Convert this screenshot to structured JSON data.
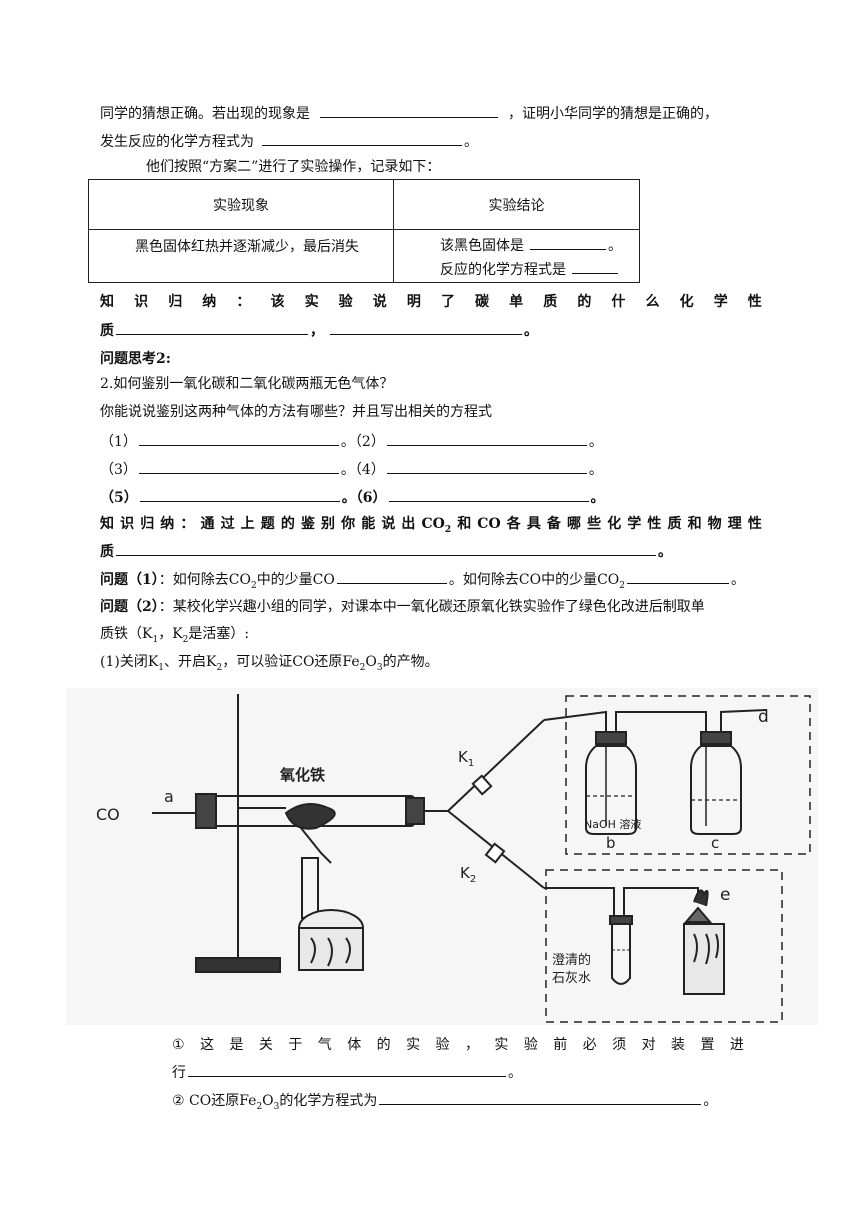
{
  "lines": {
    "l1_a": "同学的猜想正确。若出现的现象是",
    "l1_b": "，证明小华同学的猜想是正确的，",
    "l2_a": "发生反应的化学方程式为",
    "l2_b": "。",
    "l3": "他们按照“方案二”进行了实验操作，记录如下：",
    "summary1_prefix": "知识归纳：该实验说明了碳单质的什么化学性",
    "summary1_cont": "质",
    "comma": "，",
    "period": "。",
    "q2_title": "问题思考2:",
    "q2_1": "2.如何鉴别一氧化碳和二氧化碳两瓶无色气体？",
    "q2_2": "你能说说鉴别这两种气体的方法有哪些？并且写出相关的方程式",
    "m1": "（1）",
    "m2": "。（2）",
    "m3": "（3）",
    "m4": "。（4）",
    "m5": "（5）",
    "m6": "。（6）",
    "summary2_prefix": "知识归纳：通过上题的鉴别你能说出CO",
    "summary2_sub": "2",
    "summary2_mid": "和CO各具备哪些化学性质和物理性",
    "summary2_cont": "质",
    "p1_label": "问题（1）",
    "p1_a": "：如何除去CO",
    "p1_sub": "2",
    "p1_b": "中的少量CO",
    "p1_c": "。如何除去CO中的少量CO",
    "p1_sub2": "2",
    "p2_label": "问题（2）",
    "p2_text": "：某校化学兴趣小组的同学，对课本中一氧化碳还原氧化铁实验作了绿色化改进后制取单",
    "p2_cont_a": "质铁（K",
    "p2_cont_k1": "1",
    "p2_cont_b": "，K",
    "p2_cont_k2": "2",
    "p2_cont_c": "是活塞）:",
    "p3_a": "(1)关闭K",
    "p3_k1": "1",
    "p3_b": "、开启K",
    "p3_k2": "2",
    "p3_c": "，可以验证CO还原Fe",
    "p3_fe": "2",
    "p3_o": "O",
    "p3_o3": "3",
    "p3_d": "的产物。",
    "c1_prefix": "①这是关于气体的实验，实验前必须对装置进",
    "c1_cont": "行",
    "c2_a": "② CO还原Fe",
    "c2_fe": "2",
    "c2_o": "O",
    "c2_o3": "3",
    "c2_b": "的化学方程式为"
  },
  "table": {
    "headers": [
      "实验现象",
      "实验结论"
    ],
    "row_phenomenon": "黑色固体红热并逐渐减少，最后消失",
    "row_conclusion_1": "该黑色固体是",
    "row_conclusion_1_end": "。",
    "row_conclusion_2": "反应的化学方程式是"
  },
  "diagram": {
    "co": "CO",
    "a": "a",
    "iron_oxide": "氧化铁",
    "k1": "K",
    "k1_sub": "1",
    "k2": "K",
    "k2_sub": "2",
    "naoh": "NaOH 溶液",
    "b": "b",
    "c": "c",
    "d": "d",
    "e": "e",
    "limewater_1": "澄清的",
    "limewater_2": "石灰水"
  }
}
